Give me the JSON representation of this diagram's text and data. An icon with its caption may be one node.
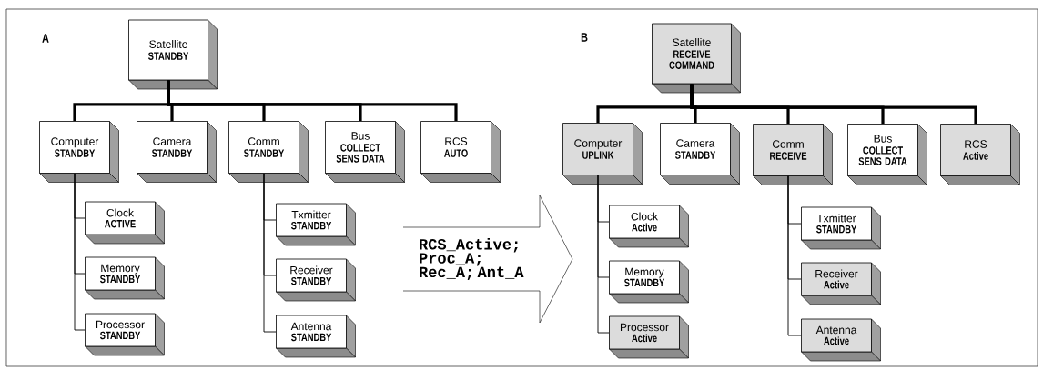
{
  "diagram": {
    "nodes": [
      {
        "text": [
          "Satellite",
          "STANDBY"
        ]
      },
      {
        "text": [
          "Computer",
          "STANDBY"
        ]
      },
      {
        "text": [
          "Camera",
          "STANDBY"
        ]
      },
      {
        "text": [
          "Comm",
          "STANDBY"
        ]
      },
      {
        "text": [
          "Bus",
          "COLLECT SENS DATA"
        ]
      },
      {
        "text": [
          "RCS",
          "AUTO"
        ]
      },
      {
        "text": [
          "Clock",
          "ACTIVE"
        ]
      },
      {
        "text": [
          "Memory",
          "STANDBY"
        ]
      },
      {
        "text": [
          "Processor",
          "STANDBY"
        ]
      },
      {
        "text": [
          "Txmitter",
          "STANDBY"
        ]
      },
      {
        "text": [
          "Receiver",
          "STANDBY"
        ]
      },
      {
        "text": [
          "Antenna",
          "STANDBY"
        ]
      },
      {
        "text": [
          "RCS_Active; Proc_A; Rec_A; Ant_A"
        ]
      },
      {
        "text": [
          "Satellite",
          "RECEIVE COMMAND"
        ]
      },
      {
        "text": [
          "Computer",
          "UPLINK"
        ]
      },
      {
        "text": [
          "Camera",
          "STANDBY"
        ]
      },
      {
        "text": [
          "Comm",
          "RECEIVE"
        ]
      },
      {
        "text": [
          "Bus",
          "COLLECT SENS DATA"
        ]
      },
      {
        "text": [
          "RCS",
          "Active"
        ]
      },
      {
        "text": [
          "Clock",
          "Active"
        ]
      },
      {
        "text": [
          "Memory",
          "STANDBY"
        ]
      },
      {
        "text": [
          "Processor",
          "Active"
        ]
      },
      {
        "text": [
          "Txmitter",
          "STANDBY"
        ]
      },
      {
        "text": [
          "Receiver",
          "Active"
        ]
      },
      {
        "text": [
          "Antenna",
          "Active"
        ]
      }
    ],
    "edges": [
      {
        "from": 0,
        "to": 1,
        "arrow": "none",
        "style": "thick"
      },
      {
        "from": 0,
        "to": 2,
        "arrow": "none",
        "style": "thick"
      },
      {
        "from": 0,
        "to": 3,
        "arrow": "none",
        "style": "thick"
      },
      {
        "from": 0,
        "to": 4,
        "arrow": "none",
        "style": "thick"
      },
      {
        "from": 0,
        "to": 5,
        "arrow": "none",
        "style": "thick"
      },
      {
        "from": 1,
        "to": 6,
        "arrow": "none"
      },
      {
        "from": 1,
        "to": 7,
        "arrow": "none"
      },
      {
        "from": 1,
        "to": 8,
        "arrow": "none"
      },
      {
        "from": 3,
        "to": 9,
        "arrow": "none"
      },
      {
        "from": 3,
        "to": 10,
        "arrow": "none"
      },
      {
        "from": 3,
        "to": 11,
        "arrow": "none"
      },
      {
        "from": 13,
        "to": 14,
        "arrow": "none",
        "style": "thick"
      },
      {
        "from": 13,
        "to": 15,
        "arrow": "none",
        "style": "thick"
      },
      {
        "from": 13,
        "to": 16,
        "arrow": "none",
        "style": "thick"
      },
      {
        "from": 13,
        "to": 17,
        "arrow": "none",
        "style": "thick"
      },
      {
        "from": 13,
        "to": 18,
        "arrow": "none",
        "style": "thick"
      },
      {
        "from": 14,
        "to": 19,
        "arrow": "none"
      },
      {
        "from": 14,
        "to": 20,
        "arrow": "none"
      },
      {
        "from": 14,
        "to": 21,
        "arrow": "none"
      },
      {
        "from": 16,
        "to": 22,
        "arrow": "none"
      },
      {
        "from": 16,
        "to": 23,
        "arrow": "none"
      },
      {
        "from": 16,
        "to": 24,
        "arrow": "none"
      }
    ],
    "labels": [
      "A",
      "B"
    ]
  }
}
